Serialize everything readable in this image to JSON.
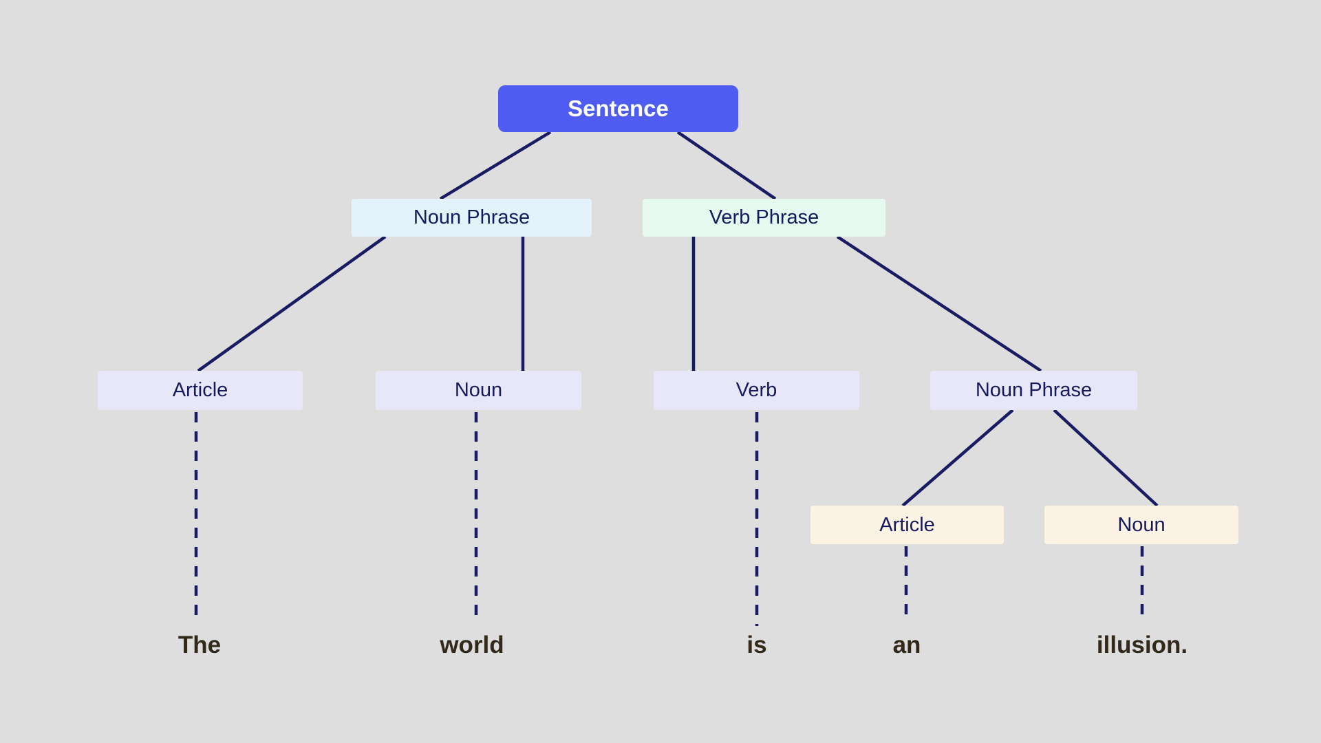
{
  "colors": {
    "background": "#dedede",
    "edge": "#191b63",
    "root_fill": "#4e5cf2",
    "root_text": "#ffffff",
    "noun_phrase_fill": "#e4f2fc",
    "verb_phrase_fill": "#e6faf0",
    "pos_fill": "#e8e7f8",
    "leaf_category_fill": "#fdf3e4",
    "node_text": "#151a5e",
    "word_text": "#32291a"
  },
  "tree": {
    "root": {
      "label": "Sentence"
    },
    "level2": [
      {
        "label": "Noun Phrase"
      },
      {
        "label": "Verb Phrase"
      }
    ],
    "level3": [
      {
        "label": "Article"
      },
      {
        "label": "Noun"
      },
      {
        "label": "Verb"
      },
      {
        "label": "Noun Phrase"
      }
    ],
    "level4": [
      {
        "label": "Article"
      },
      {
        "label": "Noun"
      }
    ],
    "words": [
      {
        "text": "The"
      },
      {
        "text": "world"
      },
      {
        "text": "is"
      },
      {
        "text": "an"
      },
      {
        "text": "illusion."
      }
    ]
  }
}
